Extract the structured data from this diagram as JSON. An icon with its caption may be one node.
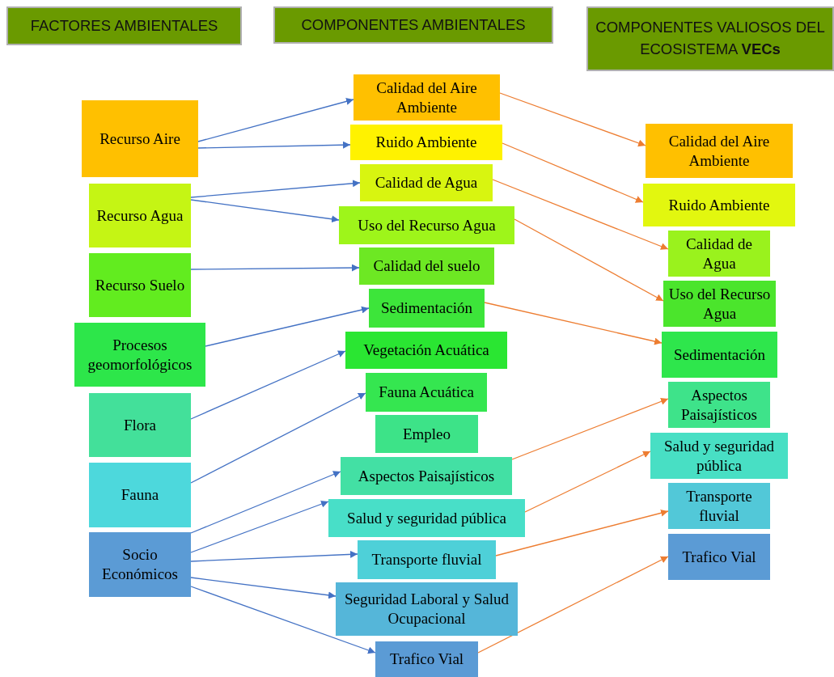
{
  "diagram": {
    "nodes": [
      {
        "text": [
          "FACTORES AMBIENTALES"
        ]
      },
      {
        "text": [
          "COMPONENTES AMBIENTALES"
        ]
      },
      {
        "text": [
          "COMPONENTES VALIOSOS DEL ECOSISTEMA **VECs**"
        ]
      },
      {
        "text": [
          "Recurso Aire"
        ]
      },
      {
        "text": [
          "Recurso Agua"
        ]
      },
      {
        "text": [
          "Recurso Suelo"
        ]
      },
      {
        "text": [
          "Procesos geomorfológicos"
        ]
      },
      {
        "text": [
          "Flora"
        ]
      },
      {
        "text": [
          "Fauna"
        ]
      },
      {
        "text": [
          "Socio Económicos"
        ]
      },
      {
        "text": [
          "Calidad del Aire Ambiente"
        ]
      },
      {
        "text": [
          "Ruido Ambiente"
        ]
      },
      {
        "text": [
          "Calidad de Agua"
        ]
      },
      {
        "text": [
          "Uso del Recurso Agua"
        ]
      },
      {
        "text": [
          "Calidad del suelo"
        ]
      },
      {
        "text": [
          "Sedimentación"
        ]
      },
      {
        "text": [
          "Vegetación Acuática"
        ]
      },
      {
        "text": [
          "Fauna Acuática"
        ]
      },
      {
        "text": [
          "Empleo"
        ]
      },
      {
        "text": [
          "Aspectos Paisajísticos"
        ]
      },
      {
        "text": [
          "Salud y seguridad pública"
        ]
      },
      {
        "text": [
          "Transporte fluvial"
        ]
      },
      {
        "text": [
          "Seguridad Laboral y Salud Ocupacional"
        ]
      },
      {
        "text": [
          "Trafico Vial"
        ]
      },
      {
        "text": [
          "Calidad del Aire Ambiente"
        ]
      },
      {
        "text": [
          "Ruido Ambiente"
        ]
      },
      {
        "text": [
          "Calidad de Agua"
        ]
      },
      {
        "text": [
          "Uso del Recurso Agua"
        ]
      },
      {
        "text": [
          "Sedimentación"
        ]
      },
      {
        "text": [
          "Aspectos Paisajísticos"
        ]
      },
      {
        "text": [
          "Salud y seguridad pública"
        ]
      },
      {
        "text": [
          "Transporte fluvial"
        ]
      },
      {
        "text": [
          "Trafico Vial"
        ]
      }
    ],
    "edges": [
      {
        "from": 3,
        "to": 10,
        "arrow": "to"
      },
      {
        "from": 3,
        "to": 11,
        "arrow": "to"
      },
      {
        "from": 4,
        "to": 12,
        "arrow": "to"
      },
      {
        "from": 4,
        "to": 13,
        "arrow": "to"
      },
      {
        "from": 5,
        "to": 14,
        "arrow": "to"
      },
      {
        "from": 6,
        "to": 15,
        "arrow": "to"
      },
      {
        "from": 7,
        "to": 16,
        "arrow": "to"
      },
      {
        "from": 8,
        "to": 17,
        "arrow": "to"
      },
      {
        "from": 9,
        "to": 19,
        "arrow": "to"
      },
      {
        "from": 9,
        "to": 20,
        "arrow": "to"
      },
      {
        "from": 9,
        "to": 21,
        "arrow": "to"
      },
      {
        "from": 9,
        "to": 22,
        "arrow": "to"
      },
      {
        "from": 9,
        "to": 23,
        "arrow": "to"
      },
      {
        "from": 10,
        "to": 24,
        "arrow": "to",
        "color": "#ed7d31"
      },
      {
        "from": 11,
        "to": 25,
        "arrow": "to",
        "color": "#ed7d31"
      },
      {
        "from": 12,
        "to": 26,
        "arrow": "to",
        "color": "#ed7d31"
      },
      {
        "from": 13,
        "to": 27,
        "arrow": "to",
        "color": "#ed7d31"
      },
      {
        "from": 15,
        "to": 28,
        "arrow": "to",
        "color": "#ed7d31"
      },
      {
        "from": 19,
        "to": 29,
        "arrow": "to",
        "color": "#ed7d31"
      },
      {
        "from": 20,
        "to": 30,
        "arrow": "to",
        "color": "#ed7d31"
      },
      {
        "from": 21,
        "to": 31,
        "arrow": "to",
        "color": "#ed7d31"
      },
      {
        "from": 23,
        "to": 32,
        "arrow": "to",
        "color": "#ed7d31"
      }
    ]
  }
}
